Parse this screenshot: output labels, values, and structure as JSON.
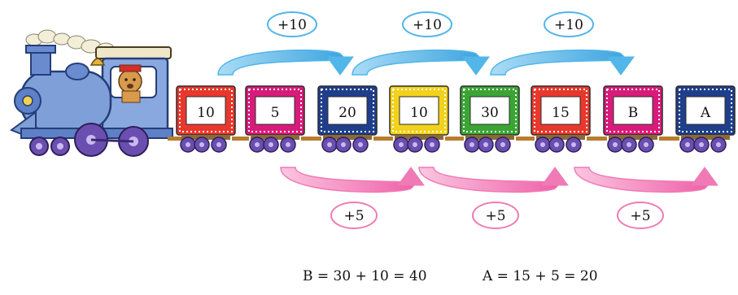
{
  "wagons": [
    {
      "label": "10",
      "color": "#e8382d"
    },
    {
      "label": "5",
      "color": "#d81b7a"
    },
    {
      "label": "20",
      "color": "#1f3f8c"
    },
    {
      "label": "10",
      "color": "#f2d21c"
    },
    {
      "label": "30",
      "color": "#3aa535"
    },
    {
      "label": "15",
      "color": "#e8382d"
    },
    {
      "label": "B",
      "color": "#d81b7a"
    },
    {
      "label": "A",
      "color": "#1f3f8c"
    }
  ],
  "top_arrows": [
    {
      "label": "+10",
      "color": "#52b6e8"
    },
    {
      "label": "+10",
      "color": "#52b6e8"
    },
    {
      "label": "+10",
      "color": "#52b6e8"
    }
  ],
  "bottom_arrows": [
    {
      "label": "+5",
      "color": "#f07ab5"
    },
    {
      "label": "+5",
      "color": "#f07ab5"
    },
    {
      "label": "+5",
      "color": "#f07ab5"
    }
  ],
  "equations": {
    "b": "B = 30 + 10 = 40",
    "a": "A = 15 + 5 = 20"
  },
  "colors": {
    "engine": "#7f9fd9",
    "wheel": "#6a4fb0",
    "coupling": "#b87d2e"
  }
}
